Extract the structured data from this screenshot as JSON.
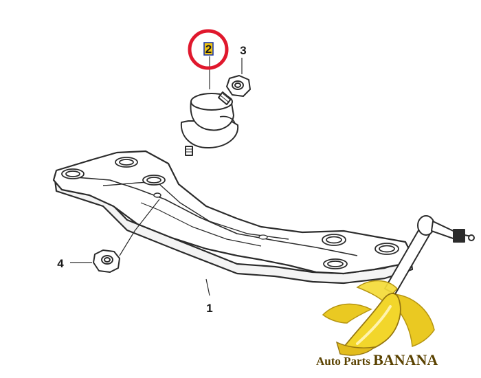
{
  "diagram": {
    "callouts": [
      {
        "id": "1",
        "label": "1"
      },
      {
        "id": "2",
        "label": "2",
        "highlighted": true
      },
      {
        "id": "3",
        "label": "3"
      },
      {
        "id": "4",
        "label": "4"
      }
    ],
    "highlight_color": "#e0182d",
    "highlight_box_color": "#f1c40f",
    "line_color": "#2b2b2b",
    "part_fill": "#ffffff"
  },
  "watermark": {
    "brand_prefix": "Auto Parts ",
    "brand_main": "BANANA",
    "banana_color": "#f2d31b",
    "text_color": "#5a4200",
    "logo_icon": "banana-logo-icon"
  }
}
